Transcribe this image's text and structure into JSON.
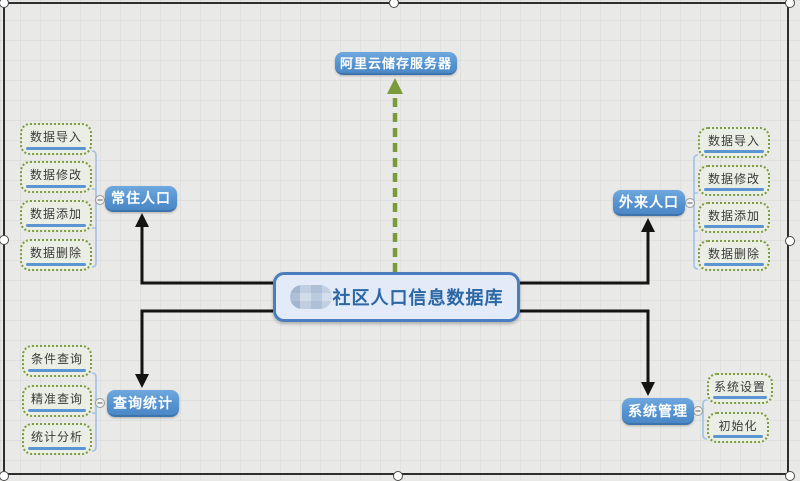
{
  "canvas": {
    "background": "#E9E9E7",
    "grid": "on",
    "selection_frame": true,
    "selection_handle_count": 8
  },
  "diagram": {
    "colors": {
      "node_blue": "#5B9BD5",
      "center_fill": "#E2EBF7",
      "center_border": "#4A7EBF",
      "center_text": "#2C67A5",
      "leaf_fill": "#EBEEE4",
      "leaf_border_green": "#7C9C3F",
      "leaf_underline_blue": "#5B96D2",
      "arrow_black": "#141414",
      "dashed_arrow_green": "#7A9A3B"
    },
    "top_node": {
      "label": "阿里云储存服务器"
    },
    "center_node": {
      "label": "社区人口信息数据库",
      "prefix_redacted": true
    },
    "branches": [
      {
        "label": "常住人口",
        "children": [
          "数据导入",
          "数据修改",
          "数据添加",
          "数据删除"
        ]
      },
      {
        "label": "外来人口",
        "children": [
          "数据导入",
          "数据修改",
          "数据添加",
          "数据删除"
        ]
      },
      {
        "label": "查询统计",
        "children": [
          "条件查询",
          "精准查询",
          "统计分析"
        ]
      },
      {
        "label": "系统管理",
        "children": [
          "系统设置",
          "初始化"
        ]
      }
    ],
    "collapse_icon": "minus"
  }
}
